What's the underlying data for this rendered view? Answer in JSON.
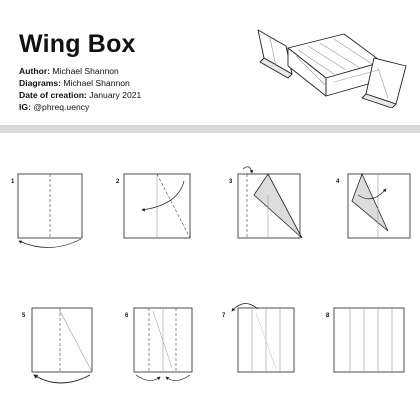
{
  "title": "Wing Box",
  "credits": [
    {
      "label": "Author:",
      "value": "Michael Shannon"
    },
    {
      "label": "Diagrams:",
      "value": "Michael Shannon"
    },
    {
      "label": "Date of creation:",
      "value": "January 2021"
    },
    {
      "label": "IG:",
      "value": "@phreq.uency"
    }
  ],
  "steps": [
    "1",
    "2",
    "3",
    "4",
    "5",
    "6",
    "7",
    "8"
  ],
  "colors": {
    "band": "#d9d9d9",
    "paper": "#ffffff",
    "shade": "#dcdcdc",
    "line": "#222222",
    "crease": "#9a9a9a"
  },
  "icons": [
    "wing-box-model-icon",
    "arrow-icon"
  ]
}
